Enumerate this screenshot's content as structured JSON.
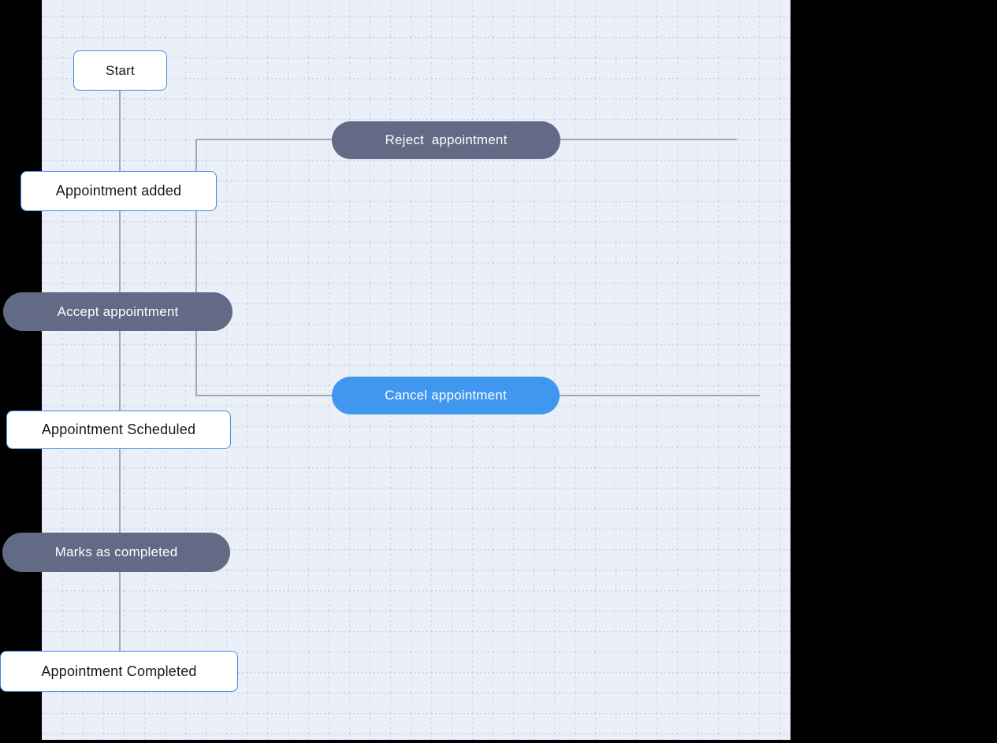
{
  "canvas": {
    "background_color": "#ebeff8",
    "grid_color": "#c6d1ea",
    "surround_color": "#000000",
    "connector_color": "#a2a7ae"
  },
  "colors": {
    "action_pill_dark": "#626a85",
    "action_pill_blue": "#4097f0",
    "state_box_border": "#3e8be6",
    "state_box_fill": "#ffffff",
    "state_text": "#16181d",
    "action_text": "#ffffff"
  },
  "flow": {
    "nodes": [
      {
        "id": "start",
        "type": "state",
        "label": "Start"
      },
      {
        "id": "reject-appointment",
        "type": "action-dark",
        "label": "Reject  appointment"
      },
      {
        "id": "appointment-added",
        "type": "state",
        "label": "Appointment added"
      },
      {
        "id": "accept-appointment",
        "type": "action-dark",
        "label": "Accept appointment"
      },
      {
        "id": "cancel-appointment",
        "type": "action-blue",
        "label": "Cancel appointment"
      },
      {
        "id": "appointment-scheduled",
        "type": "state",
        "label": "Appointment Scheduled"
      },
      {
        "id": "marks-as-completed",
        "type": "action-dark",
        "label": "Marks as completed"
      },
      {
        "id": "appointment-completed",
        "type": "state",
        "label": "Appointment Completed"
      }
    ],
    "edges": [
      {
        "from": "start",
        "to": "appointment-added",
        "via": "main-line"
      },
      {
        "from": "appointment-added",
        "to": "appointment-scheduled",
        "via": "accept-appointment"
      },
      {
        "from": "appointment-added",
        "to": "end",
        "via": "reject-appointment"
      },
      {
        "from": "appointment-scheduled",
        "to": "end",
        "via": "cancel-appointment"
      },
      {
        "from": "appointment-scheduled",
        "to": "appointment-completed",
        "via": "marks-as-completed"
      }
    ]
  }
}
